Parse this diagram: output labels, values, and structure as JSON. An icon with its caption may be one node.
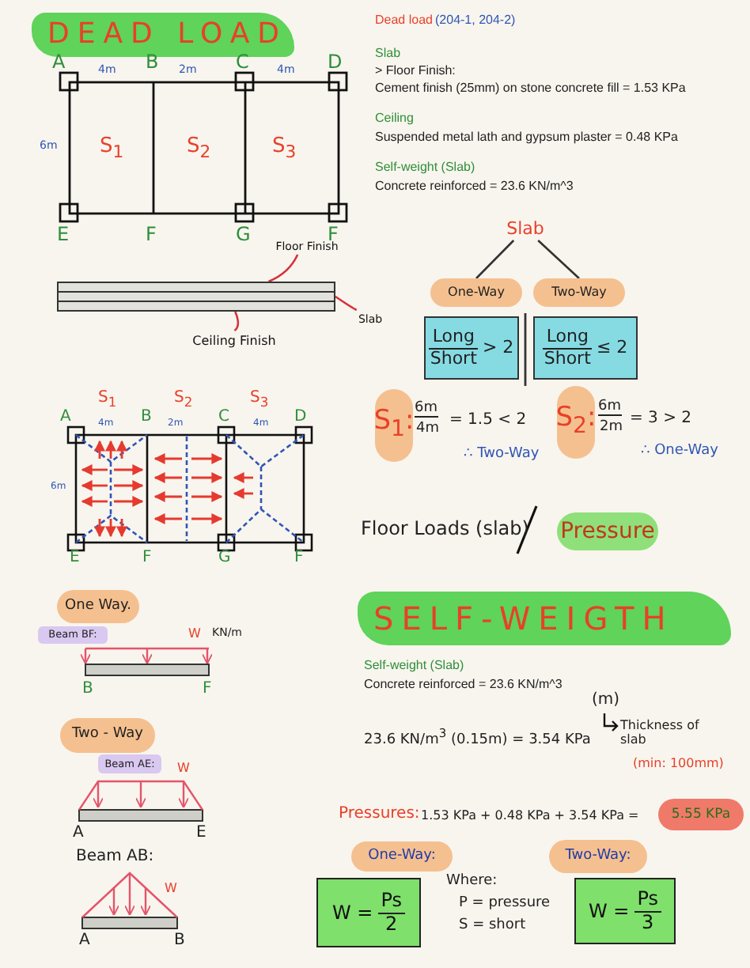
{
  "diagram": {
    "nodes": [
      {
        "text": [
          "DEAD LOAD"
        ]
      },
      {
        "text": [
          "Floor Finish"
        ]
      },
      {
        "text": [],
        "shape": "bar"
      },
      {
        "text": [],
        "shape": "bar"
      },
      {
        "text": [],
        "shape": "bar"
      },
      {
        "text": [
          "Slab"
        ]
      },
      {
        "text": [
          "Ceiling Finish"
        ]
      },
      {
        "text": [
          "Slab"
        ]
      },
      {
        "text": [
          "One-Way"
        ]
      },
      {
        "text": [
          "Two-Way"
        ]
      },
      {
        "text": [
          "Long",
          "Short",
          "> 2"
        ]
      },
      {
        "text": [
          "Long",
          "Short",
          "≤ 2"
        ]
      },
      {
        "text": [
          "S$_{1}$:"
        ]
      },
      {
        "text": [
          "S$_{2}$:"
        ]
      },
      {
        "text": [
          "Pressure"
        ]
      },
      {
        "text": [
          "SELF-WEIGTH"
        ]
      },
      {
        "text": [
          "One Way."
        ]
      },
      {
        "text": [
          "Beam BF:"
        ]
      },
      {
        "text": [
          "Two - Way"
        ]
      },
      {
        "text": [
          "Beam AE:"
        ]
      },
      {
        "text": [
          "5.55 KPa"
        ]
      },
      {
        "text": [
          "One-Way:"
        ]
      },
      {
        "text": [
          "W =",
          "Ps",
          "2"
        ]
      },
      {
        "text": [
          "Two-Way:"
        ]
      },
      {
        "text": [
          "W =",
          "Ps",
          "3"
        ]
      }
    ],
    "edges": [
      {
        "from": 1,
        "to": 2,
        "arrow": "none"
      },
      {
        "from": 5,
        "to": 3,
        "arrow": "none"
      },
      {
        "from": 6,
        "to": 4,
        "arrow": "none"
      },
      {
        "from": 7,
        "to": 8,
        "arrow": "none",
        "color": "#333333"
      },
      {
        "from": 7,
        "to": 9,
        "arrow": "none",
        "color": "#333333"
      }
    ],
    "labels": [
      "Dead load",
      "(204-1, 204-2)",
      "Slab",
      "> Floor Finish:",
      "Cement finish (25mm) on stone concrete fill = 1.53 KPa",
      "Ceiling",
      "Suspended metal lath and gypsum plaster = 0.48 KPa",
      "Self-weight (Slab)",
      "Concrete reinforced = 23.6 KN/m^3",
      "A",
      "4m",
      "B",
      "2m",
      "C",
      "4m",
      "D",
      "6m",
      "S$_{1}$",
      "S$_{2}$",
      "S$_{3}$",
      "E",
      "F",
      "G",
      "F",
      "S$_{1}$",
      "S$_{2}$",
      "S$_{3}$",
      "A",
      "4m",
      "B",
      "2m",
      "C",
      "4m",
      "D",
      "6m",
      "E",
      "F",
      "G",
      "F",
      "6m",
      "4m",
      "= 1.5 < 2",
      "∴ Two-Way",
      "6m",
      "2m",
      "= 3 > 2",
      "∴ One-Way",
      "Floor Loads (slab)",
      "Self-weight (Slab)",
      "Concrete reinforced = 23.6 KN/m^3",
      "23.6 KN/m$^{3}$ (0.15m) = 3.54 KPa",
      "(m)",
      "Thickness of slab",
      "(min: 100mm)",
      "Pressures:",
      "1.53 KPa + 0.48 KPa + 3.54 KPa =",
      "Where:",
      "P = pressure",
      "S = short",
      "W",
      "KN/m",
      "B",
      "F",
      "W",
      "A",
      "E",
      "Beam AB:",
      "W",
      "A",
      "B"
    ]
  }
}
